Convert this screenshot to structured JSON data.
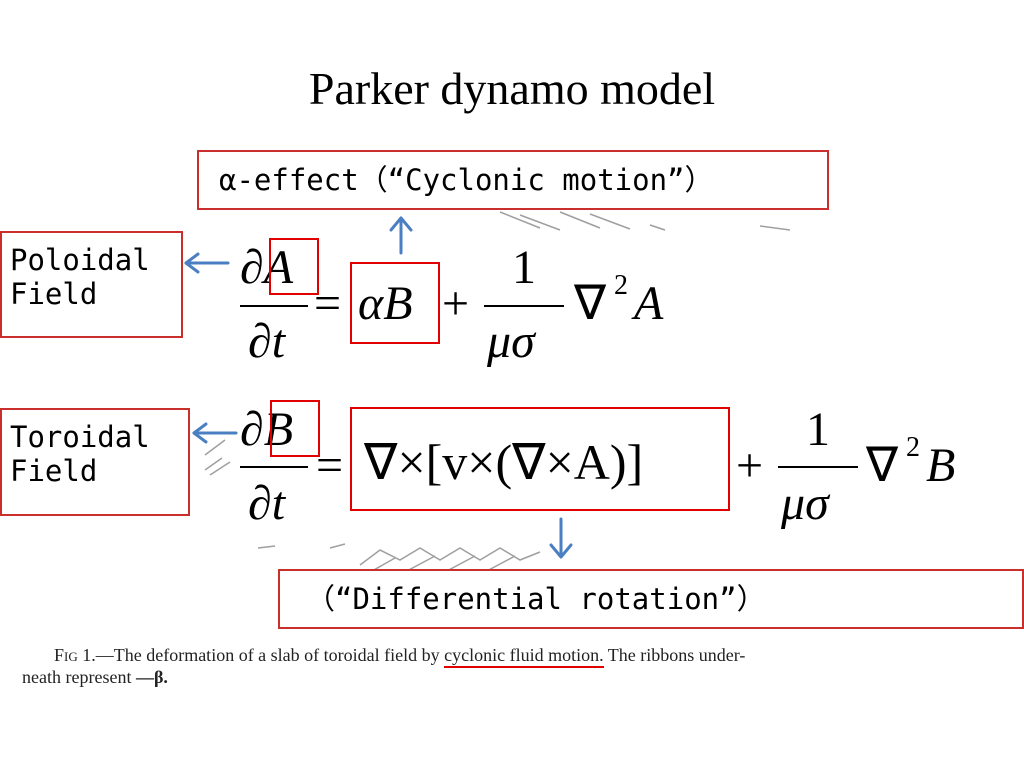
{
  "title": "Parker dynamo model",
  "labels": {
    "alpha_effect": "α-effect（“Cyclonic motion”）",
    "poloidal_line1": "Poloidal",
    "poloidal_line2": "Field",
    "toroidal_line1": "Toroidal",
    "toroidal_line2": "Field",
    "differential_rotation": "（“Differential rotation”）"
  },
  "equation1": {
    "num_d": "∂",
    "num_var": "A",
    "den": "∂t",
    "equals": "=",
    "term1": "αB",
    "plus": "+",
    "frac_num": "1",
    "frac_den": "μσ",
    "nabla": "∇",
    "exp": "2",
    "var": "A"
  },
  "equation2": {
    "num_d": "∂",
    "num_var": "B",
    "den": "∂t",
    "equals": "=",
    "term1": "∇×[v×(∇×A)]",
    "plus": "+",
    "frac_num": "1",
    "frac_den": "μσ",
    "nabla": "∇",
    "exp": "2",
    "var": "B"
  },
  "caption": {
    "fig": "Fig",
    "text_before": " 1.—The deformation of a slab of toroidal field by ",
    "underlined": "cyclonic fluid motion.",
    "text_after": " The ribbons under-",
    "line2": "neath represent ",
    "beta": "—β."
  },
  "colors": {
    "box_border": "#c9302c",
    "highlight": "#e00000",
    "arrow": "#4a7fc1"
  }
}
